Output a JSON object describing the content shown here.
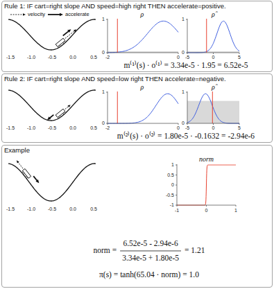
{
  "diagram": {
    "nodes": [
      {
        "text": [
          "Rule 1: IF cart=right slope AND speed=high right THEN accelerate=positive.",
          "m⁽¹⁾(s) · o⁽¹⁾ = 3.34e-5 · 1.95 = 6.52e-5"
        ]
      },
      {
        "text": [
          "Rule 2: IF cart=right slope AND speed=low right THEN accelerate=negative.",
          "m⁽²⁾(s) · o⁽²⁾ = 1.80e-5 · -0.1632 = -2.94e-6"
        ]
      },
      {
        "text": [
          "Example",
          "norm =",
          "6.52e-5 - 2.94e-6",
          "3.34e-5 + 1.80e-5",
          "= 1.21",
          "π(s) = tanh(65.04 · norm) = 1.0"
        ]
      }
    ],
    "labels": [
      "ρ",
      "ρ̂",
      "-1.5",
      "-1.0",
      "-0.5",
      "0.0",
      "0.5",
      "1",
      "0",
      "-2",
      "0",
      "1",
      "0",
      "-5",
      "0",
      "5",
      "ρ",
      "ρ̂",
      "-1.5",
      "-1.0",
      "-0.5",
      "0.0",
      "0.5",
      "1",
      "0",
      "-2",
      "0",
      "1",
      "0",
      "-5",
      "0",
      "5",
      "norm",
      "-1.5",
      "-1.0",
      "-0.5",
      "0.0",
      "0.5",
      "1",
      "0.5",
      "0",
      "-0.5",
      "-1",
      "-1",
      "0",
      "1"
    ],
    "legend": [
      {
        "text": "velocity"
      },
      {
        "text": "accelerate"
      }
    ]
  }
}
